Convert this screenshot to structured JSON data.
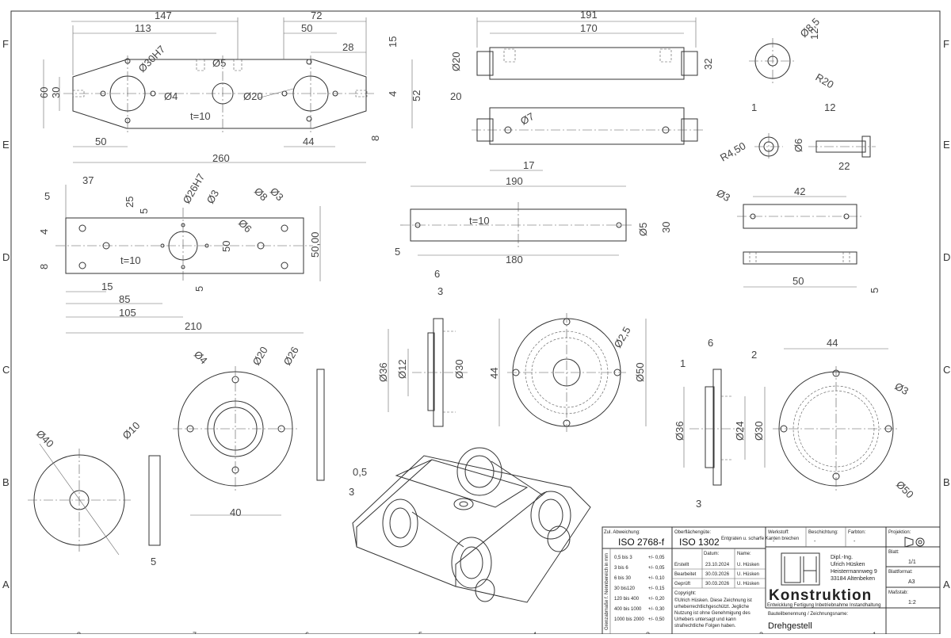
{
  "sheet": {
    "rows": [
      "F",
      "E",
      "D",
      "C",
      "B",
      "A"
    ],
    "cols": [
      "8",
      "7",
      "6",
      "5",
      "4",
      "3",
      "2",
      "1"
    ]
  },
  "dims": {
    "v1": [
      "147",
      "113",
      "Ø30H7",
      "Ø5",
      "Ø20",
      "Ø4",
      "t=10",
      "72",
      "50",
      "28",
      "15",
      "60",
      "30",
      "52",
      "4",
      "8",
      "50",
      "44",
      "260"
    ],
    "v2": [
      "191",
      "170",
      "Ø20",
      "32",
      "20",
      "Ø7",
      "17"
    ],
    "v3": [
      "Ø8,5",
      "12",
      "R20",
      "1",
      "R4,50",
      "Ø6",
      "12",
      "22"
    ],
    "v4": [
      "37",
      "5",
      "25",
      "5",
      "Ø26H7",
      "Ø3",
      "Ø8",
      "Ø3",
      "Ø6",
      "4",
      "t=10",
      "50",
      "50,00",
      "8",
      "15",
      "85",
      "105",
      "210",
      "5"
    ],
    "v5": [
      "190",
      "t=10",
      "Ø5",
      "30",
      "5",
      "180"
    ],
    "v6": [
      "Ø3",
      "42",
      "50",
      "5"
    ],
    "v7": [
      "6",
      "3",
      "Ø36",
      "Ø12",
      "Ø30",
      "44",
      "Ø2,5",
      "Ø50"
    ],
    "v8": [
      "Ø4",
      "Ø20",
      "Ø26",
      "40",
      "0,5",
      "3"
    ],
    "v9": [
      "Ø40",
      "Ø10",
      "5"
    ],
    "v10": [
      "6",
      "2",
      "1",
      "Ø36",
      "Ø24",
      "Ø30",
      "3",
      "44",
      "Ø3",
      "Ø50"
    ]
  },
  "titleblock": {
    "tol_label": "Zul. Abweichung:",
    "tol_std": "ISO 2768-f",
    "surf_label": "Oberflächengüte:",
    "surf_std": "ISO 1302",
    "surf_note": "Entgraten u. scharfe Kanten brechen",
    "side_label": "Grenzabmaße f. Nennbereich in mm",
    "tol_rows": [
      [
        "0,5 bis 3",
        "+/- 0,05"
      ],
      [
        "3 bis 6",
        "+/- 0,05"
      ],
      [
        "6 bis 30",
        "+/- 0,10"
      ],
      [
        "30 bis120",
        "+/- 0,15"
      ],
      [
        "120 bis 400",
        "+/- 0,20"
      ],
      [
        "400 bis 1000",
        "+/- 0,30"
      ],
      [
        "1000 bis 2000",
        "+/- 0,50"
      ]
    ],
    "hdr_date": "Datum:",
    "hdr_name": "Name:",
    "rows": [
      [
        "Erstellt",
        "23.10.2024",
        "U. Hüsken"
      ],
      [
        "Bearbeitet",
        "30.03.2026",
        "U. Hüsken"
      ],
      [
        "Geprüft",
        "30.03.2026",
        "U. Hüsken"
      ]
    ],
    "copyright_label": "Copyright:",
    "copyright_text": [
      "©Ulrich Hüsken. Diese Zeichnung ist",
      "urheberrechtlichgeschützt. Jegliche",
      "Nutzung ist ohne Genehmigung des",
      "Urhebers untersagt und kann",
      "strafrechtliche Folgen haben."
    ],
    "material_label": "Werkstoff:",
    "material_value": "-",
    "coating_label": "Beschichtung:",
    "coating_value": "-",
    "color_label": "Farbton:",
    "color_value": "-",
    "proj_label": "Projektion:",
    "company": [
      "Dipl.-Ing.",
      "Ulrich Hüsken",
      "Heisterrnannweg 9",
      "33184 Altenbeken"
    ],
    "brand": "Konstruktion",
    "tagline": "Entwicklung  Fertigung  Inbetriebnahme  Instandhaltung",
    "sheet_label": "Blatt:",
    "sheet_value": "1/1",
    "format_label": "Blattformat:",
    "format_value": "A3",
    "scale_label": "Maßstab:",
    "scale_value": "1:2",
    "part_label": "Bauteilbenennung / Zeichnungsname:",
    "part_value": "Drehgestell"
  }
}
